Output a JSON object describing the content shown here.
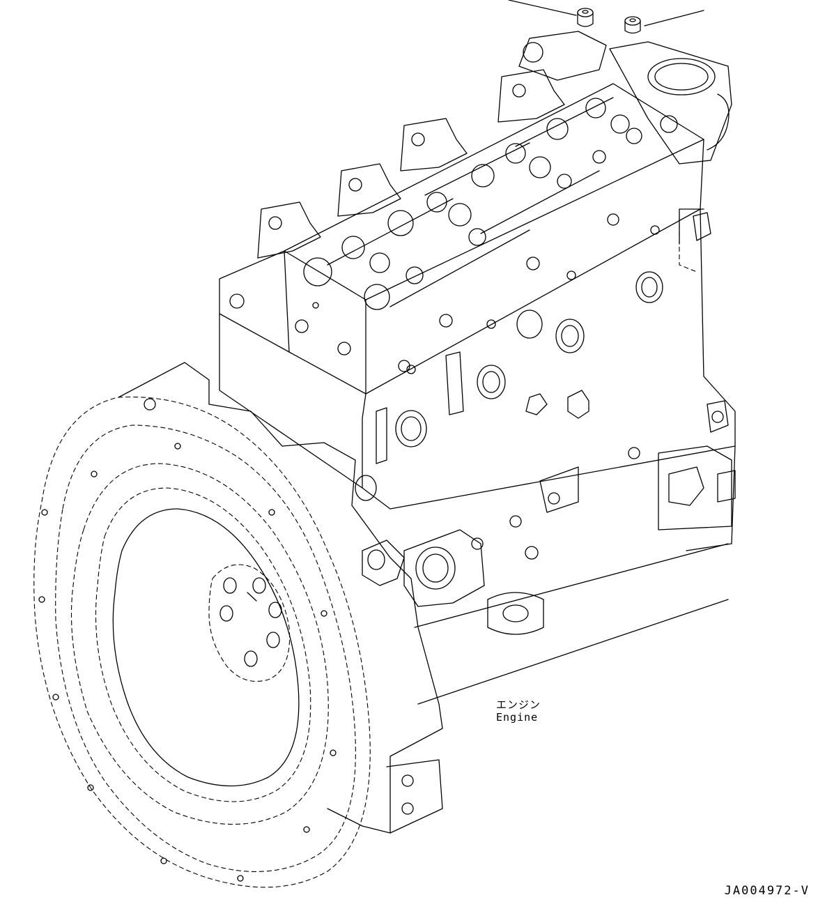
{
  "callout": {
    "label_jp": "エンジン",
    "label_en": "Engine"
  },
  "drawing_number": "JA004972-V",
  "parts": {
    "callout_count": 2,
    "view": "isometric"
  }
}
